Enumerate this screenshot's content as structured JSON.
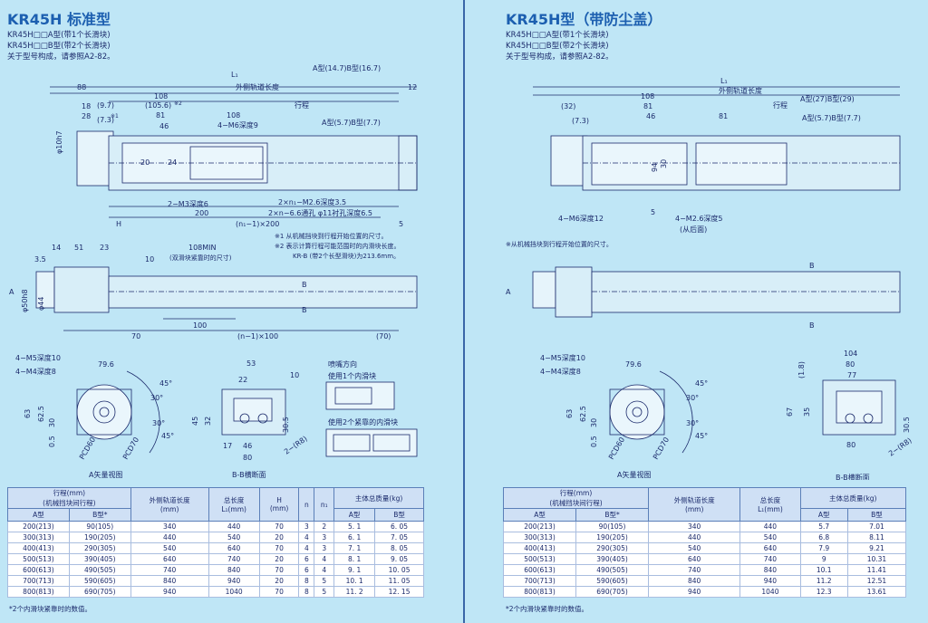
{
  "left": {
    "title": "KR45H  标准型",
    "sub1": "KR45H□□A型(带1个长滑块)",
    "sub2": "KR45H□□B型(带2个长滑块)",
    "sub3": "关于型号构成，请参照A2-82。",
    "dims": {
      "L1": "L₁",
      "ab_top": "A型(14.7)B型(16.7)",
      "d88": "88",
      "outer": "外侧轨道长度",
      "d12": "12",
      "d108a": "108",
      "d1056": "(105.6)",
      "star2": "※2",
      "d18": "18",
      "d28": "28",
      "d97": "(9.7)",
      "d73": "(7.3)",
      "star1": "※1",
      "d81": "81",
      "d46": "46",
      "stroke": "行程",
      "m6": "4−M6深度9",
      "d108b": "108",
      "ab_mid": "A型(5.7)B型(7.7)",
      "phi": "φ10h7",
      "d20": "20",
      "d24": "24",
      "m3": "2−M3深度6",
      "m26": "2×n₁−M2.6深度3.5",
      "m66": "2×n−6.6通孔 φ11衬孔深度6.5",
      "H": "H",
      "d200": "200",
      "pitch200": "(n₁−1)×200",
      "d5": "5",
      "n1_note": "※1 从机械挡块到行程开始位置的尺寸。",
      "n2_note": "※2 表示计算行程可能范围时的内滑块长度。",
      "n3_note": "KR-B (带2个长型滑块)为213.6mm。",
      "d14": "14",
      "d51": "51",
      "d23": "23",
      "d35": "3.5",
      "d10": "10",
      "min108": "108MIN",
      "dbl": "(双滑块紧靠时的尺寸)",
      "B": "B",
      "A": "A",
      "phi50": "φ50h8",
      "phi44": "φ44",
      "d100": "100",
      "d70": "70",
      "pitch100": "(n−1)×100",
      "d70b": "(70)"
    },
    "end_view": {
      "m5": "4−M5深度10",
      "m4": "4−M4深度8",
      "d796": "79.6",
      "d63": "63",
      "d625": "62.5",
      "d30": "30",
      "d05": "0.5",
      "pcd60": "PCD60",
      "pcd70": "PCD70",
      "a45a": "45°",
      "a30a": "30°",
      "a30b": "30°",
      "a45b": "45°",
      "cap": "A矢量视图"
    },
    "section": {
      "d53": "53",
      "d22": "22",
      "d10": "10",
      "d45": "45",
      "d32": "32",
      "d305": "30.5",
      "d17": "17",
      "d46": "46",
      "d80": "80",
      "r8": "2−(R8)",
      "cap": "B-B横断面"
    },
    "nozzle": {
      "title": "喷嘴方向",
      "one": "使用1个内滑块",
      "two": "使用2个紧靠的内滑块"
    },
    "table": {
      "h_stroke": "行程(mm)",
      "h_stroke2": "(机械挡块间行程)",
      "h_A": "A型",
      "h_B": "B型*",
      "h_rail": "外侧轨道长度",
      "h_rail_u": "(mm)",
      "h_total": "总长度",
      "h_total_u": "L₁(mm)",
      "h_H": "H",
      "h_H_u": "(mm)",
      "h_n": "n",
      "h_n1": "n₁",
      "h_mass": "主体总质量(kg)",
      "h_mA": "A型",
      "h_mB": "B型",
      "rows": [
        [
          "200(213)",
          "90(105)",
          "340",
          "440",
          "70",
          "3",
          "2",
          "5. 1",
          "6. 05"
        ],
        [
          "300(313)",
          "190(205)",
          "440",
          "540",
          "20",
          "4",
          "3",
          "6. 1",
          "7. 05"
        ],
        [
          "400(413)",
          "290(305)",
          "540",
          "640",
          "70",
          "4",
          "3",
          "7. 1",
          "8. 05"
        ],
        [
          "500(513)",
          "390(405)",
          "640",
          "740",
          "20",
          "6",
          "4",
          "8. 1",
          "9. 05"
        ],
        [
          "600(613)",
          "490(505)",
          "740",
          "840",
          "70",
          "6",
          "4",
          "9. 1",
          "10. 05"
        ],
        [
          "700(713)",
          "590(605)",
          "840",
          "940",
          "20",
          "8",
          "5",
          "10. 1",
          "11. 05"
        ],
        [
          "800(813)",
          "690(705)",
          "940",
          "1040",
          "70",
          "8",
          "5",
          "11. 2",
          "12. 15"
        ]
      ],
      "footnote": "*2个内滑块紧靠时的数值。"
    }
  },
  "right": {
    "title": "KR45H型（带防尘盖）",
    "sub1": "KR45H□□A型(带1个长滑块)",
    "sub2": "KR45H□□B型(带2个长滑块)",
    "sub3": "关于型号构成，请参照A2-82。",
    "dims": {
      "L1": "L₁",
      "ab_top": "A型(27)B型(29)",
      "outer": "外侧轨道长度",
      "d32": "(32)",
      "d108": "108",
      "d81a": "81",
      "d46": "46",
      "d81b": "81",
      "stroke": "行程",
      "d73": "(7.3)",
      "ab_mid": "A型(5.7)B型(7.7)",
      "d94": "94",
      "d30": "30",
      "m6": "4−M6深度12",
      "d5": "5",
      "m26": "4−M2.6深度5",
      "back": "(从后面)",
      "note1": "※从机械挡块到行程开始位置的尺寸。",
      "B": "B",
      "A": "A"
    },
    "end_view": {
      "m5": "4−M5深度10",
      "m4": "4−M4深度8",
      "d796": "79.6",
      "d63": "63",
      "d625": "62.5",
      "d30": "30",
      "d05": "0.5",
      "pcd60": "PCD60",
      "pcd70": "PCD70",
      "a45a": "45°",
      "a30a": "30°",
      "a30b": "30°",
      "a45b": "45°",
      "cap": "A矢量视图"
    },
    "section": {
      "d104": "104",
      "d80a": "80",
      "d77": "77",
      "d18": "(1.8)",
      "d67": "67",
      "d35": "35",
      "d305": "30.5",
      "d80b": "80",
      "r8": "2−(R8)",
      "cap": "B-B横断面"
    },
    "table": {
      "h_stroke": "行程(mm)",
      "h_stroke2": "(机械挡块间行程)",
      "h_A": "A型",
      "h_B": "B型*",
      "h_rail": "外侧轨道长度",
      "h_rail_u": "(mm)",
      "h_total": "总长度",
      "h_total_u": "L₁(mm)",
      "h_mass": "主体总质量(kg)",
      "h_mA": "A型",
      "h_mB": "B型",
      "rows": [
        [
          "200(213)",
          "90(105)",
          "340",
          "440",
          "5.7",
          "7.01"
        ],
        [
          "300(313)",
          "190(205)",
          "440",
          "540",
          "6.8",
          "8.11"
        ],
        [
          "400(413)",
          "290(305)",
          "540",
          "640",
          "7.9",
          "9.21"
        ],
        [
          "500(513)",
          "390(405)",
          "640",
          "740",
          "9",
          "10.31"
        ],
        [
          "600(613)",
          "490(505)",
          "740",
          "840",
          "10.1",
          "11.41"
        ],
        [
          "700(713)",
          "590(605)",
          "840",
          "940",
          "11.2",
          "12.51"
        ],
        [
          "800(813)",
          "690(705)",
          "940",
          "1040",
          "12.3",
          "13.61"
        ]
      ],
      "footnote": "*2个内滑块紧靠时的数值。"
    }
  }
}
